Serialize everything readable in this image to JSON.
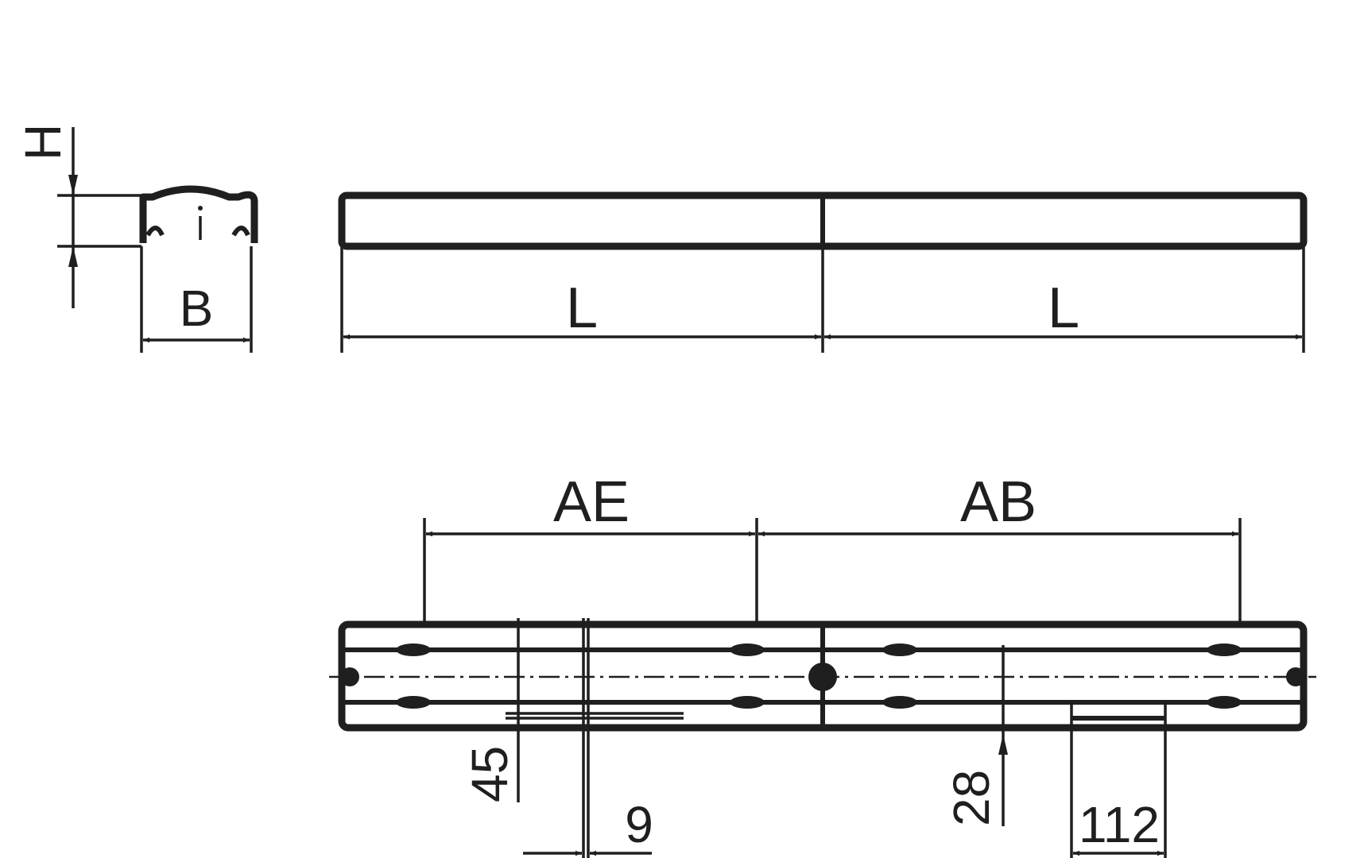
{
  "labels": {
    "height": "H",
    "width": "B",
    "length_left": "L",
    "length_right": "L",
    "end_spacing": "AE",
    "bolt_spacing": "AB",
    "dim_45": "45",
    "dim_9": "9",
    "dim_28": "28",
    "dim_112": "112"
  }
}
